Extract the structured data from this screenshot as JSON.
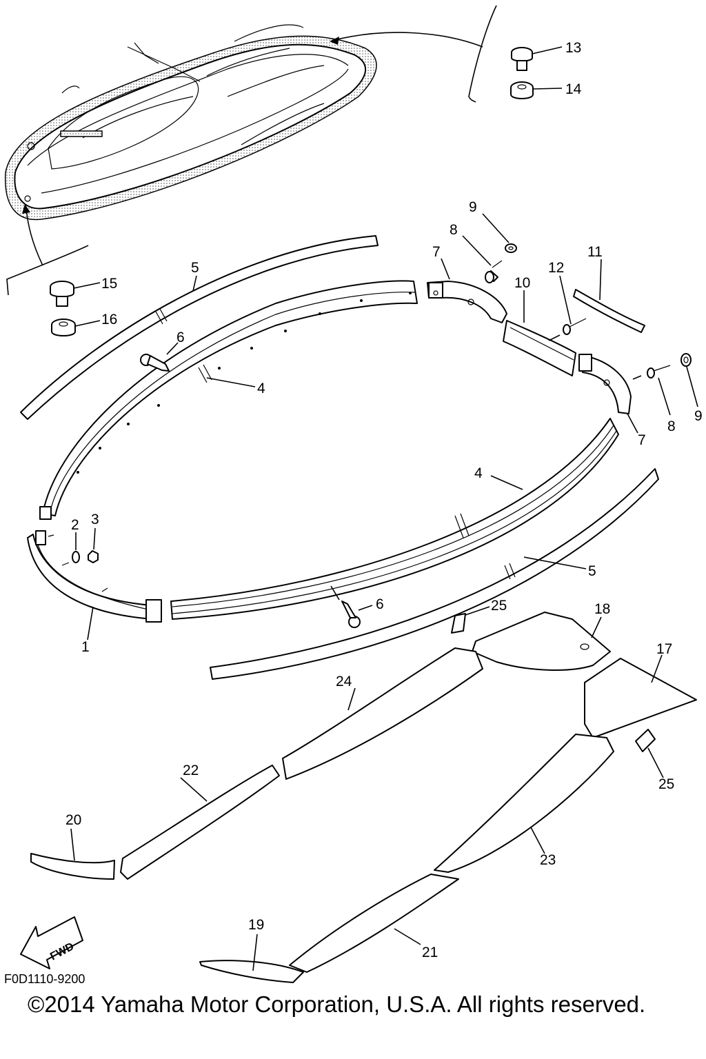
{
  "diagram": {
    "drawing_code": "F0D1110-9200",
    "copyright": "©2014 Yamaha Motor Corporation, U.S.A. All rights reserved.",
    "fwd_label": "FWD",
    "callouts": {
      "c1": "1",
      "c2": "2",
      "c3": "3",
      "c4a": "4",
      "c4b": "4",
      "c5a": "5",
      "c5b": "5",
      "c6a": "6",
      "c6b": "6",
      "c7a": "7",
      "c7b": "7",
      "c8a": "8",
      "c8b": "8",
      "c9a": "9",
      "c9b": "9",
      "c10": "10",
      "c11": "11",
      "c12": "12",
      "c13": "13",
      "c14": "14",
      "c15": "15",
      "c16": "16",
      "c17": "17",
      "c18": "18",
      "c19": "19",
      "c20": "20",
      "c21": "21",
      "c22": "22",
      "c23": "23",
      "c24": "24",
      "c25a": "25",
      "c25b": "25"
    }
  }
}
